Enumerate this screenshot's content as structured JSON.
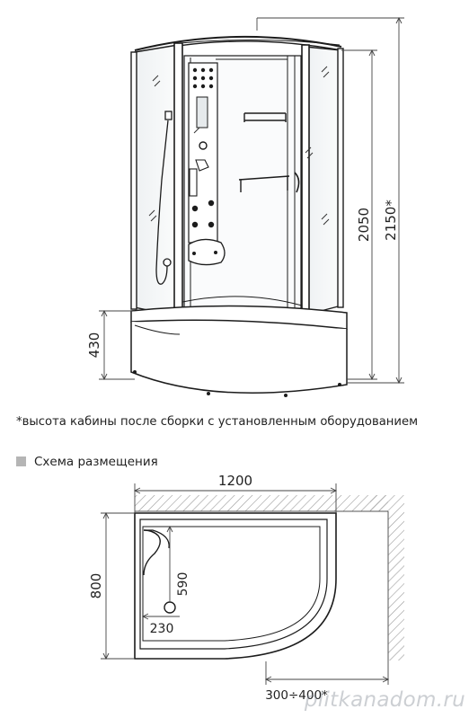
{
  "elevation": {
    "dim_base_height": "430",
    "dim_cabin_height": "2050",
    "dim_total_height": "2150*"
  },
  "footnote": "*высота кабины после сборки с установленным оборудованием",
  "plan": {
    "section_title": "Схема размещения",
    "dim_width": "1200",
    "dim_depth": "800",
    "dim_drain_y": "590",
    "dim_drain_x": "230",
    "dim_clearance": "300÷400*"
  },
  "watermark": "plitkanadom.ru",
  "colors": {
    "line": "#1c1c1c",
    "glass_fill": "#f4f6f8",
    "marker_square": "#b5b5b5",
    "watermark": "#8a96a0"
  }
}
